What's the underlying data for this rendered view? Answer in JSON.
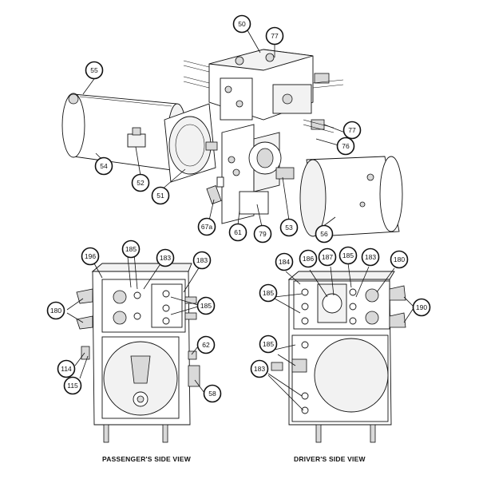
{
  "captions": {
    "passenger": "PASSENGER'S SIDE VIEW",
    "driver": "DRIVER'S SIDE VIEW"
  },
  "callouts": {
    "c50": "50",
    "c77a": "77",
    "c55": "55",
    "c54": "54",
    "c52": "52",
    "c51": "51",
    "c77b": "77",
    "c76": "76",
    "c67a": "67a",
    "c61": "61",
    "c79": "79",
    "c53": "53",
    "c56": "56",
    "p196": "196",
    "p185a": "185",
    "p183a": "183",
    "p183b": "183",
    "p185b": "185",
    "p180": "180",
    "p62": "62",
    "p114": "114",
    "p115": "115",
    "p58": "58",
    "d184": "184",
    "d186": "186",
    "d187": "187",
    "d185a": "185",
    "d183a": "183",
    "d180": "180",
    "d185b": "185",
    "d190": "190",
    "d185c": "185",
    "d183b": "183"
  }
}
